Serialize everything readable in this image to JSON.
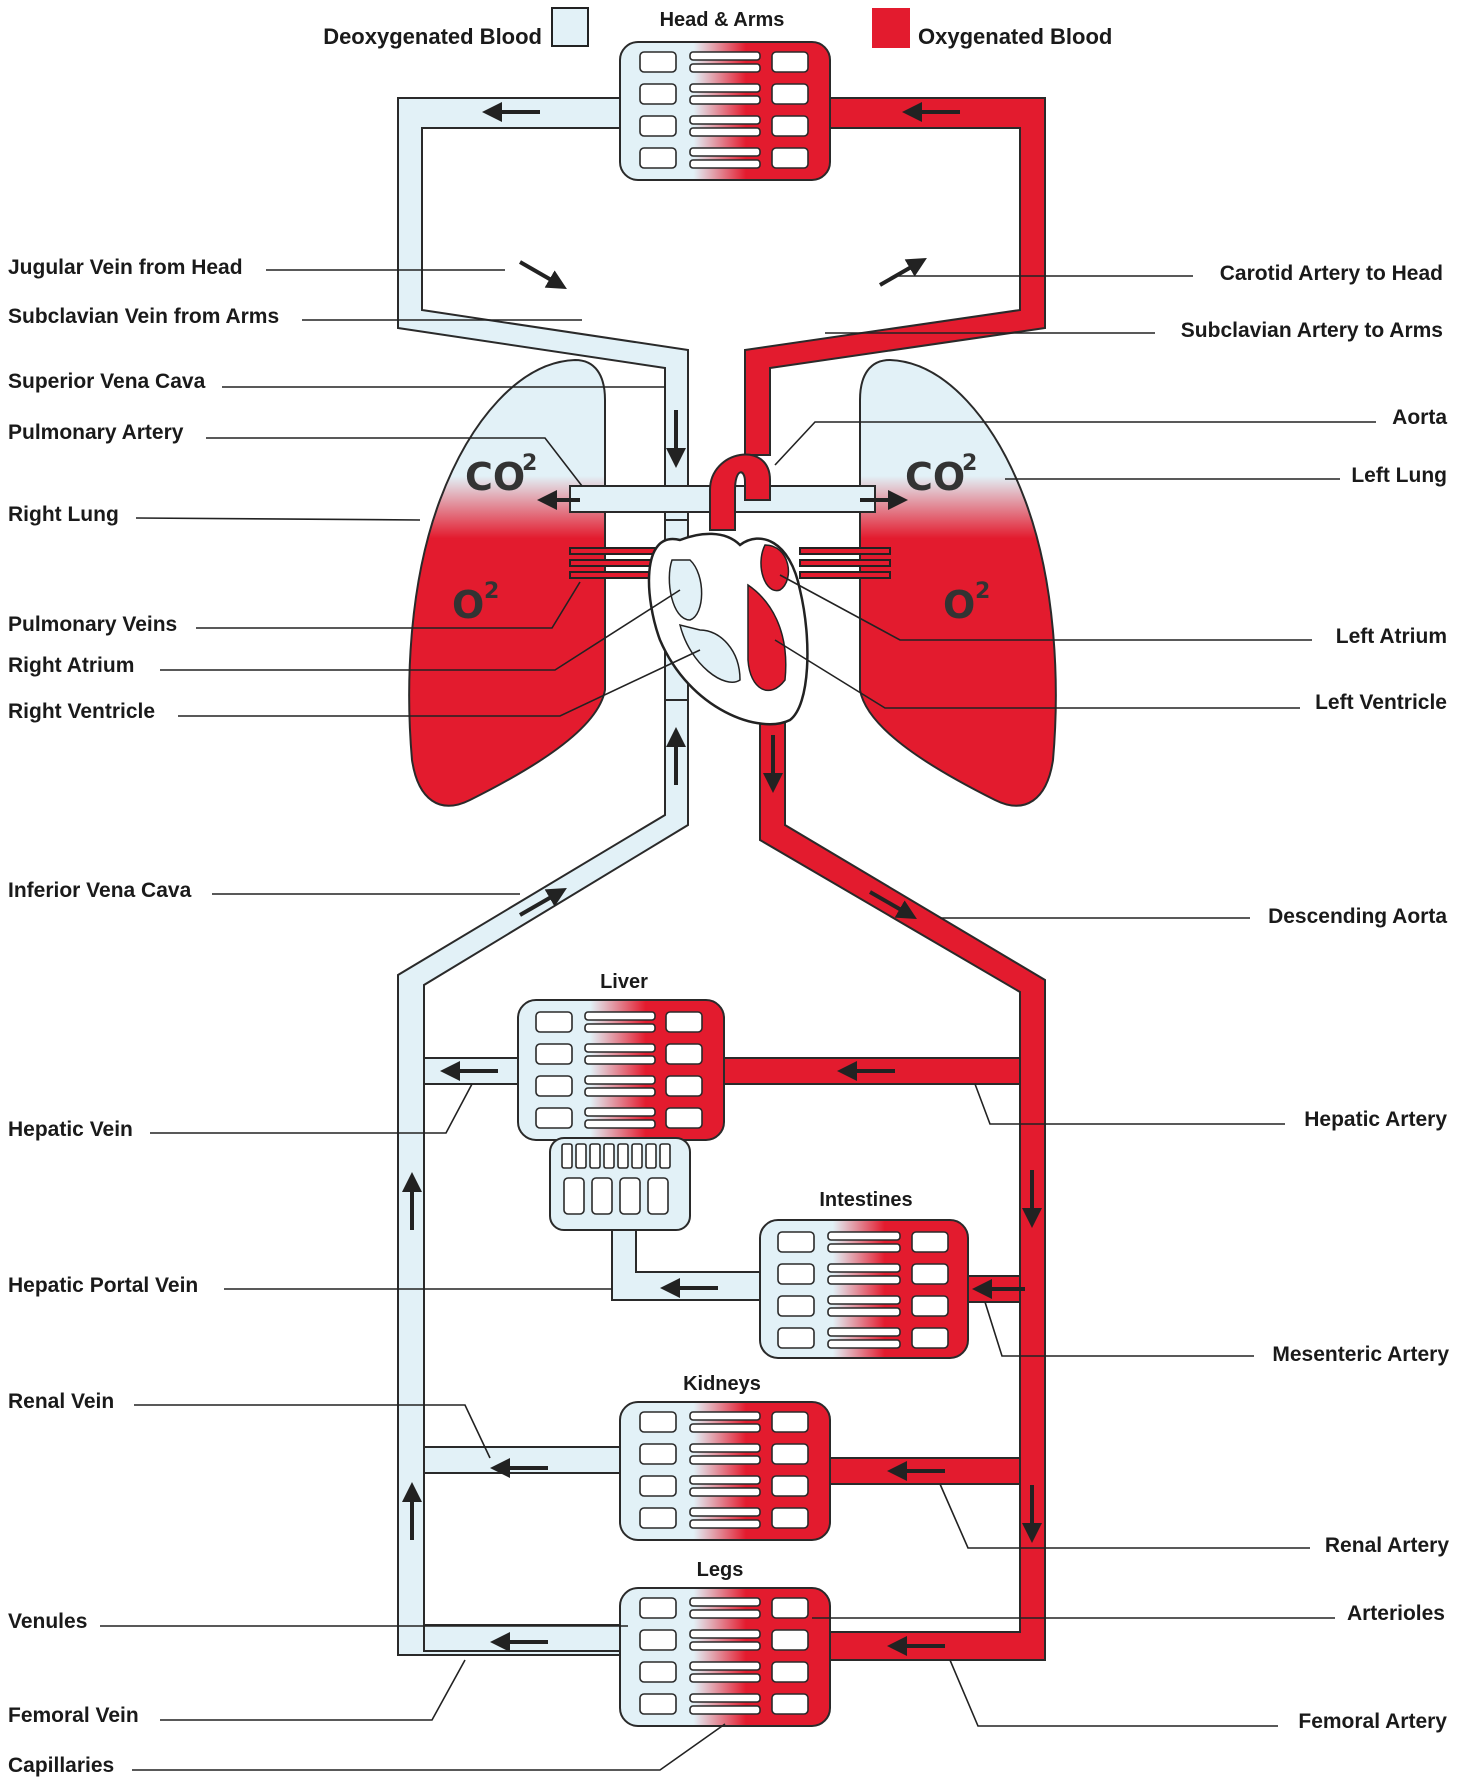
{
  "legend": {
    "deoxygenated": "Deoxygenated Blood",
    "oxygenated": "Oxygenated Blood",
    "colors": {
      "deoxygenated": "#e2f1f7",
      "oxygenated": "#e31b2e"
    }
  },
  "organs": {
    "head_arms": "Head & Arms",
    "liver": "Liver",
    "intestines": "Intestines",
    "kidneys": "Kidneys",
    "legs": "Legs"
  },
  "gases": {
    "co2_left": "CO",
    "co2_right": "CO",
    "o2_left": "O",
    "o2_right": "O",
    "sup": "2"
  },
  "labels_left": [
    "Jugular Vein from Head",
    "Subclavian Vein from Arms",
    "Superior Vena Cava",
    "Pulmonary Artery",
    "Right Lung",
    "Pulmonary Veins",
    "Right Atrium",
    "Right Ventricle",
    "Inferior Vena Cava",
    "Hepatic Vein",
    "Hepatic Portal Vein",
    "Renal Vein",
    "Venules",
    "Femoral Vein",
    "Capillaries"
  ],
  "labels_right": [
    "Carotid Artery to Head",
    "Subclavian Artery to Arms",
    "Aorta",
    "Left Lung",
    "Left Atrium",
    "Left Ventricle",
    "Descending Aorta",
    "Hepatic Artery",
    "Mesenteric Artery",
    "Renal Artery",
    "Arterioles",
    "Femoral Artery"
  ]
}
